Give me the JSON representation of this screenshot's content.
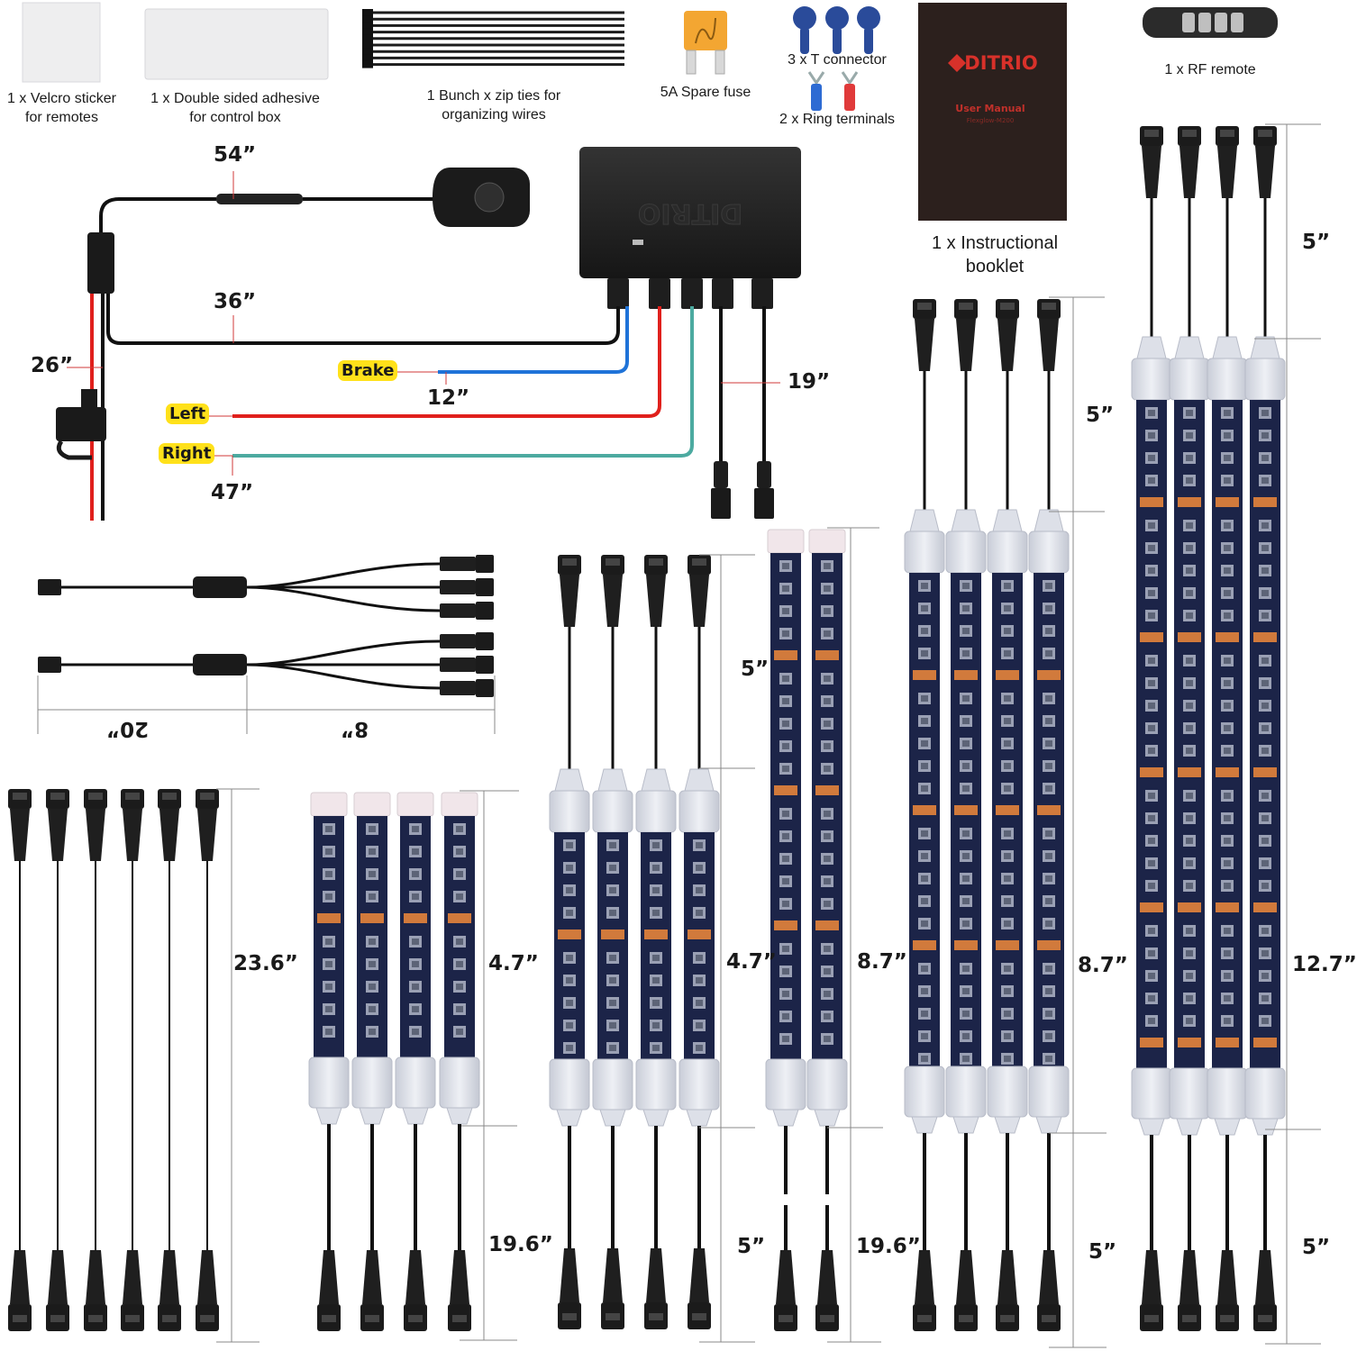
{
  "accessory_labels": {
    "velcro": [
      "1 x Velcro sticker",
      "for remotes"
    ],
    "adhesive": [
      "1 x Double sided adhesive",
      "for control box"
    ],
    "zip_ties": [
      "1 Bunch x zip ties for",
      "organizing wires"
    ],
    "fuse": "5A Spare fuse",
    "t_connector": "3 x T connector",
    "ring_terminals": "2 x Ring terminals",
    "booklet": [
      "1 x Instructional",
      "booklet"
    ],
    "remote": "1 x RF remote"
  },
  "booklet_cover": {
    "brand": "DITRIO",
    "title": "User Manual",
    "subtitle": "Flexglow-M200"
  },
  "control_box_brand": "DITRIO",
  "wire_tags": {
    "brake": "Brake",
    "left": "Left",
    "right": "Right"
  },
  "wire_dimensions": {
    "switch": "54”",
    "main": "36”",
    "power": "26”",
    "brake": "12”",
    "signal": "47”",
    "outputs": "19”"
  },
  "splitter_dimensions": {
    "input": "20”",
    "branch": "8”"
  },
  "strip_dimensions": {
    "extension": "23.6”",
    "set_a_strip": "4.7”",
    "set_a_tail": "19.6”",
    "set_b_lead": "5”",
    "set_b_strip": "4.7”",
    "set_b_tail": "5”",
    "set_c_strip": "8.7”",
    "set_c_tail": "19.6”",
    "set_d_lead": "5”",
    "set_d_strip": "8.7”",
    "set_d_tail": "5”",
    "set_e_lead": "5”",
    "set_e_strip": "12.7”",
    "set_e_tail": "5”"
  },
  "colors": {
    "tag_yellow": "#ffe11a",
    "wire_red": "#e0201c",
    "wire_blue": "#1f73d8",
    "wire_teal": "#4caaa0",
    "pcb": "#1c2448",
    "chip_orange": "#d17a3c",
    "booklet": "#2c201d",
    "brand_red": "#d8312a"
  }
}
